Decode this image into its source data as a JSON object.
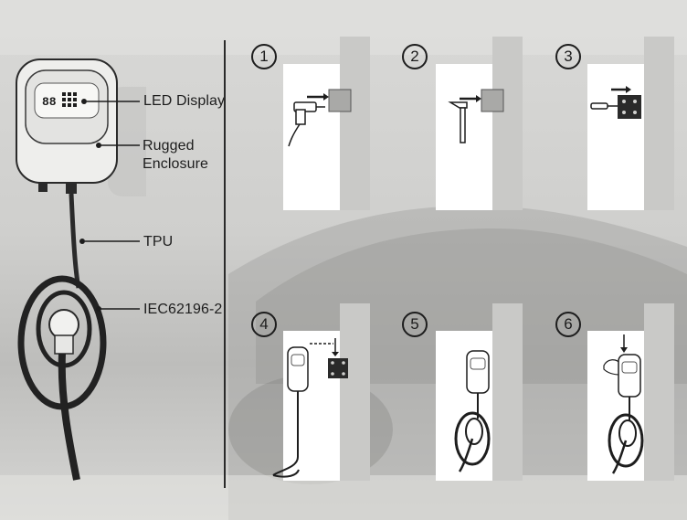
{
  "labels": {
    "led_display": "LED Display",
    "rugged_enclosure_line1": "Rugged",
    "rugged_enclosure_line2": "Enclosure",
    "tpu": "TPU",
    "iec": "IEC62196-2"
  },
  "charger_display_text": "88",
  "steps": [
    {
      "number": "1",
      "icon": "drill-icon"
    },
    {
      "number": "2",
      "icon": "hammer-icon"
    },
    {
      "number": "3",
      "icon": "screwdriver-icon"
    },
    {
      "number": "4",
      "icon": "mount-charger-icon"
    },
    {
      "number": "5",
      "icon": "mounted-charger-icon"
    },
    {
      "number": "6",
      "icon": "secure-charger-icon"
    }
  ],
  "colors": {
    "ink": "#1d1d1d",
    "panel": "#ffffff",
    "panel_shade": "#cdcdcd",
    "background": "#d3d3d1"
  }
}
